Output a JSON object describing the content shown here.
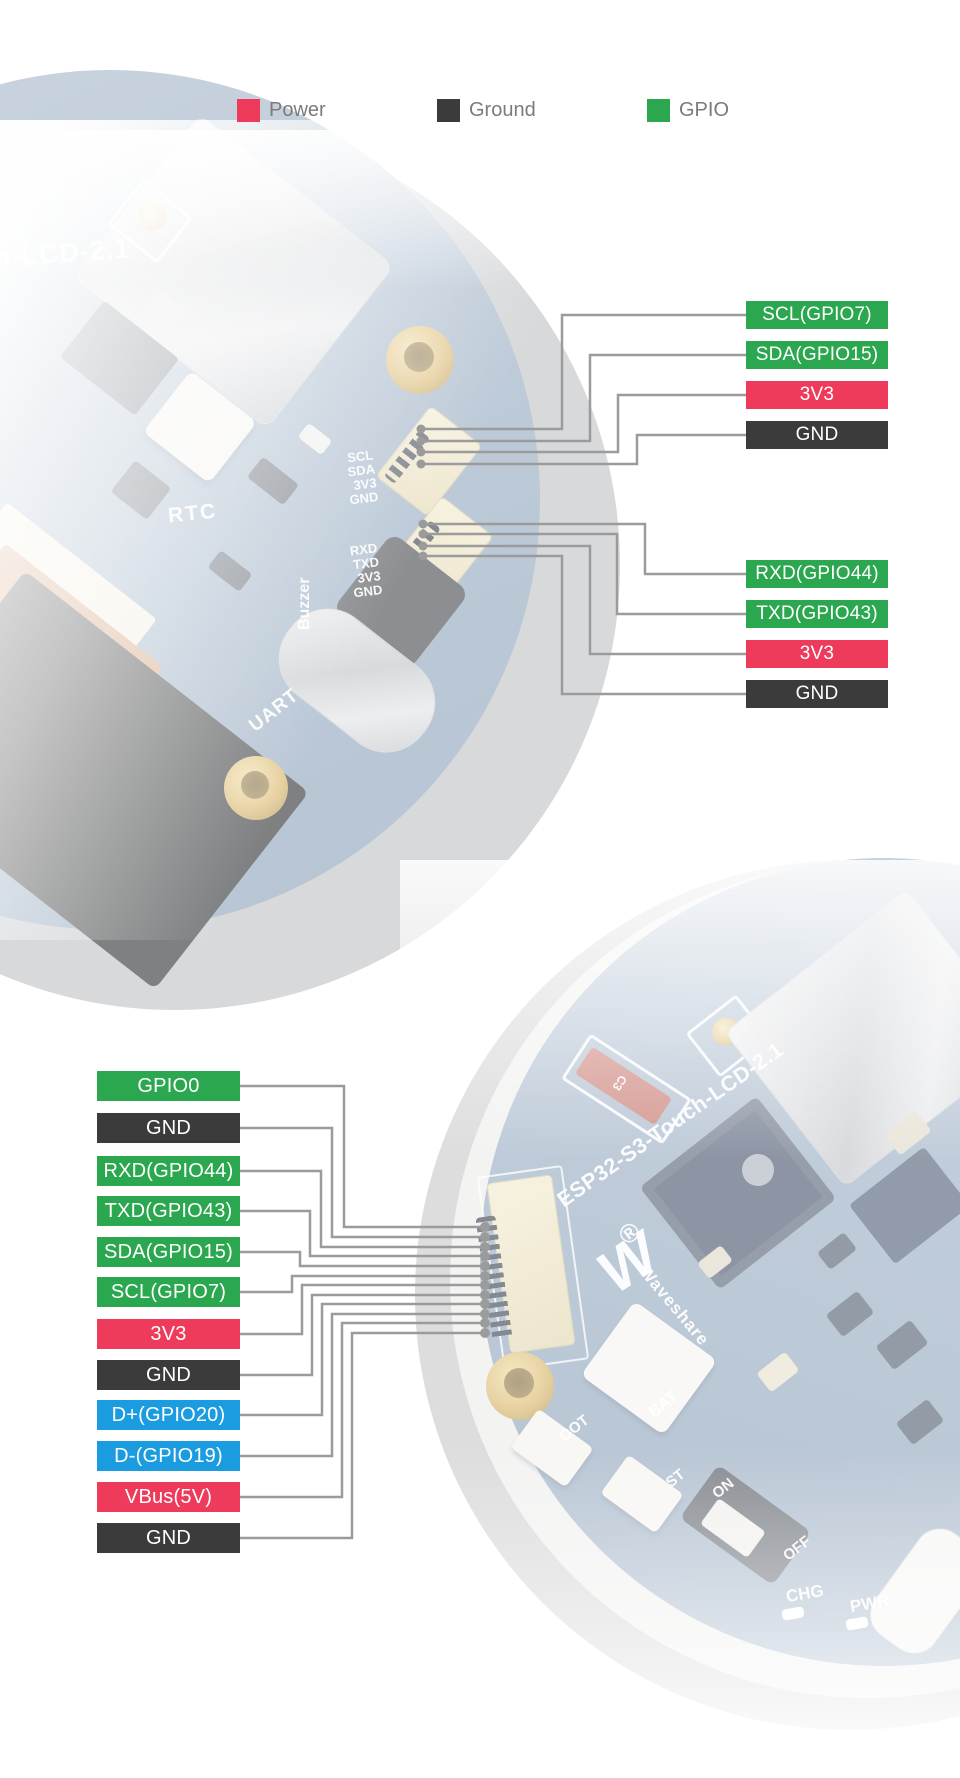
{
  "legend": {
    "items": [
      {
        "label": "Power",
        "type": "power"
      },
      {
        "label": "Ground",
        "type": "ground"
      },
      {
        "label": "GPIO",
        "type": "gpio"
      }
    ]
  },
  "colors": {
    "power": "#EE3B5B",
    "ground": "#3B3B3B",
    "gpio": "#2BA84F",
    "usb": "#1B9CE0",
    "leader_line": "#9B9B9B",
    "legend_text": "#7B7B7B"
  },
  "top_board": {
    "labels": [
      {
        "text": "SCL(GPIO7)",
        "type": "gpio"
      },
      {
        "text": "SDA(GPIO15)",
        "type": "gpio"
      },
      {
        "text": "3V3",
        "type": "power"
      },
      {
        "text": "GND",
        "type": "ground"
      },
      {
        "text": "RXD(GPIO44)",
        "type": "gpio"
      },
      {
        "text": "TXD(GPIO43)",
        "type": "gpio"
      },
      {
        "text": "3V3",
        "type": "power"
      },
      {
        "text": "GND",
        "type": "ground"
      }
    ],
    "silkscreen": {
      "board_title_partial": "h-LCD-2.1",
      "rtc": "RTC",
      "i2c_pins": [
        "SCL",
        "SDA",
        "3V3",
        "GND"
      ],
      "uart_pins": [
        "RXD",
        "TXD",
        "3V3",
        "GND"
      ],
      "buzzer": "Buzzer",
      "uart": "UART"
    }
  },
  "bottom_board": {
    "labels": [
      {
        "text": "GPIO0",
        "type": "gpio"
      },
      {
        "text": "GND",
        "type": "ground"
      },
      {
        "text": "RXD(GPIO44)",
        "type": "gpio"
      },
      {
        "text": "TXD(GPIO43)",
        "type": "gpio"
      },
      {
        "text": "SDA(GPIO15)",
        "type": "gpio"
      },
      {
        "text": "SCL(GPIO7)",
        "type": "gpio"
      },
      {
        "text": "3V3",
        "type": "power"
      },
      {
        "text": "GND",
        "type": "ground"
      },
      {
        "text": "D+(GPIO20)",
        "type": "usb"
      },
      {
        "text": "D-(GPIO19)",
        "type": "usb"
      },
      {
        "text": "VBus(5V)",
        "type": "power"
      },
      {
        "text": "GND",
        "type": "ground"
      }
    ],
    "silkscreen": {
      "title": "ESP32-S3-Touch-LCD-2.1",
      "registered": "®",
      "brand_initial": "W",
      "brand": "Waveshare",
      "fuse": "C3",
      "bat": "BAT",
      "boot_partial": "OOT",
      "rst_partial": "ST",
      "on": "ON",
      "off": "OFF",
      "chg": "CHG",
      "pwr": "PWR"
    }
  }
}
